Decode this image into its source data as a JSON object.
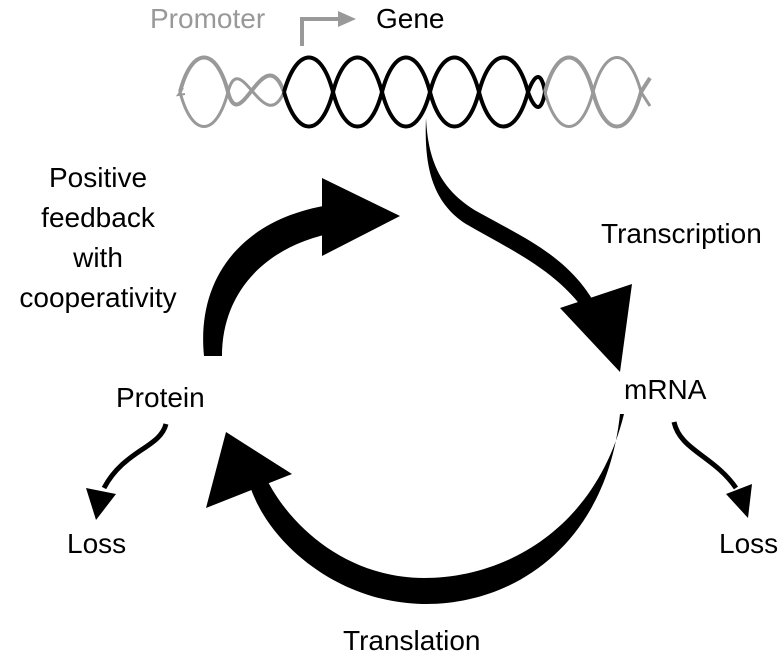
{
  "labels": {
    "promoter": "Promoter",
    "gene": "Gene",
    "transcription": "Transcription",
    "mrna": "mRNA",
    "translation": "Translation",
    "protein": "Protein",
    "loss_left": "Loss",
    "loss_right": "Loss",
    "feedback_lines": [
      "Positive",
      "feedback",
      "with",
      "cooperativity"
    ]
  },
  "colors": {
    "text": "#000000",
    "promoter": "#999999",
    "arrow": "#000000",
    "dna_gene": "#000000",
    "dna_flank": "#999999"
  }
}
